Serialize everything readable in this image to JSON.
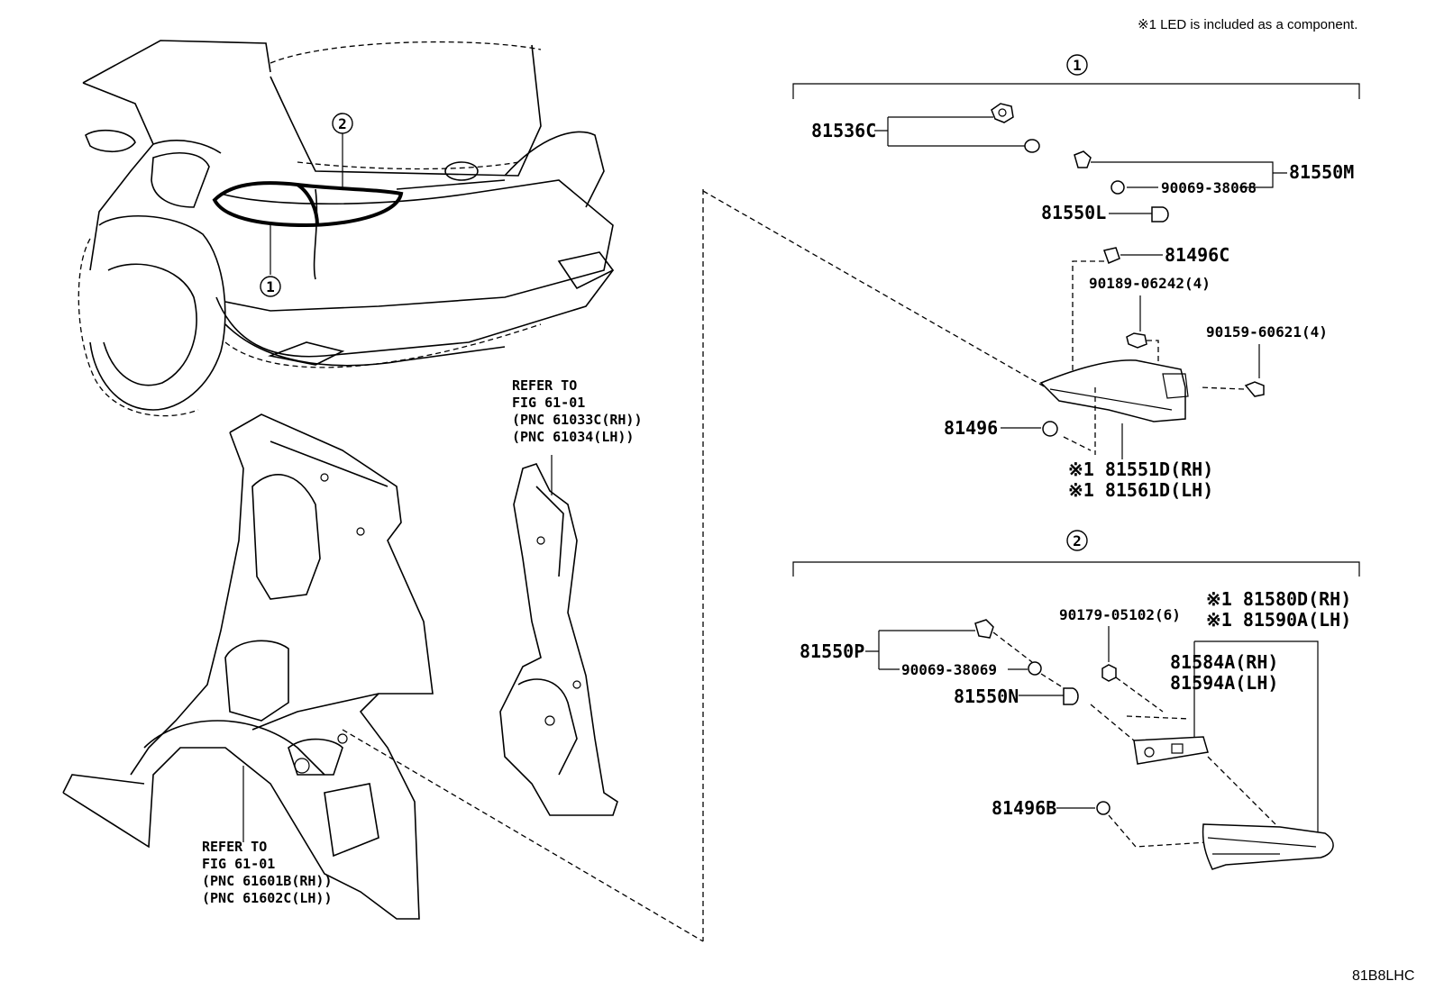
{
  "note": "※1 LED is included as a component.",
  "diagram_code": "81B8LHC",
  "callouts": {
    "one": "1",
    "two": "2"
  },
  "group1": {
    "p81536C": "81536C",
    "p81550M": "81550M",
    "p90069_38068": "90069-38068",
    "p81550L": "81550L",
    "p81496C": "81496C",
    "p90189_06242": "90189-06242(4)",
    "p90159_60621": "90159-60621(4)",
    "p81496": "81496",
    "p81551D": "※1 81551D(RH)",
    "p81561D": "※1 81561D(LH)"
  },
  "group2": {
    "p81580D": "※1 81580D(RH)",
    "p81590A": "※1 81590A(LH)",
    "p90179_05102": "90179-05102(6)",
    "p81550P": "81550P",
    "p90069_38069": "90069-38069",
    "p81550N": "81550N",
    "p81584A": "81584A(RH)",
    "p81594A": "81594A(LH)",
    "p81496B": "81496B"
  },
  "refer_right": [
    "REFER TO",
    "FIG 61-01",
    "(PNC 61033C(RH))",
    "(PNC 61034(LH))"
  ],
  "refer_bottom": [
    "REFER TO",
    "FIG 61-01",
    "(PNC 61601B(RH))",
    "(PNC 61602C(LH))"
  ]
}
